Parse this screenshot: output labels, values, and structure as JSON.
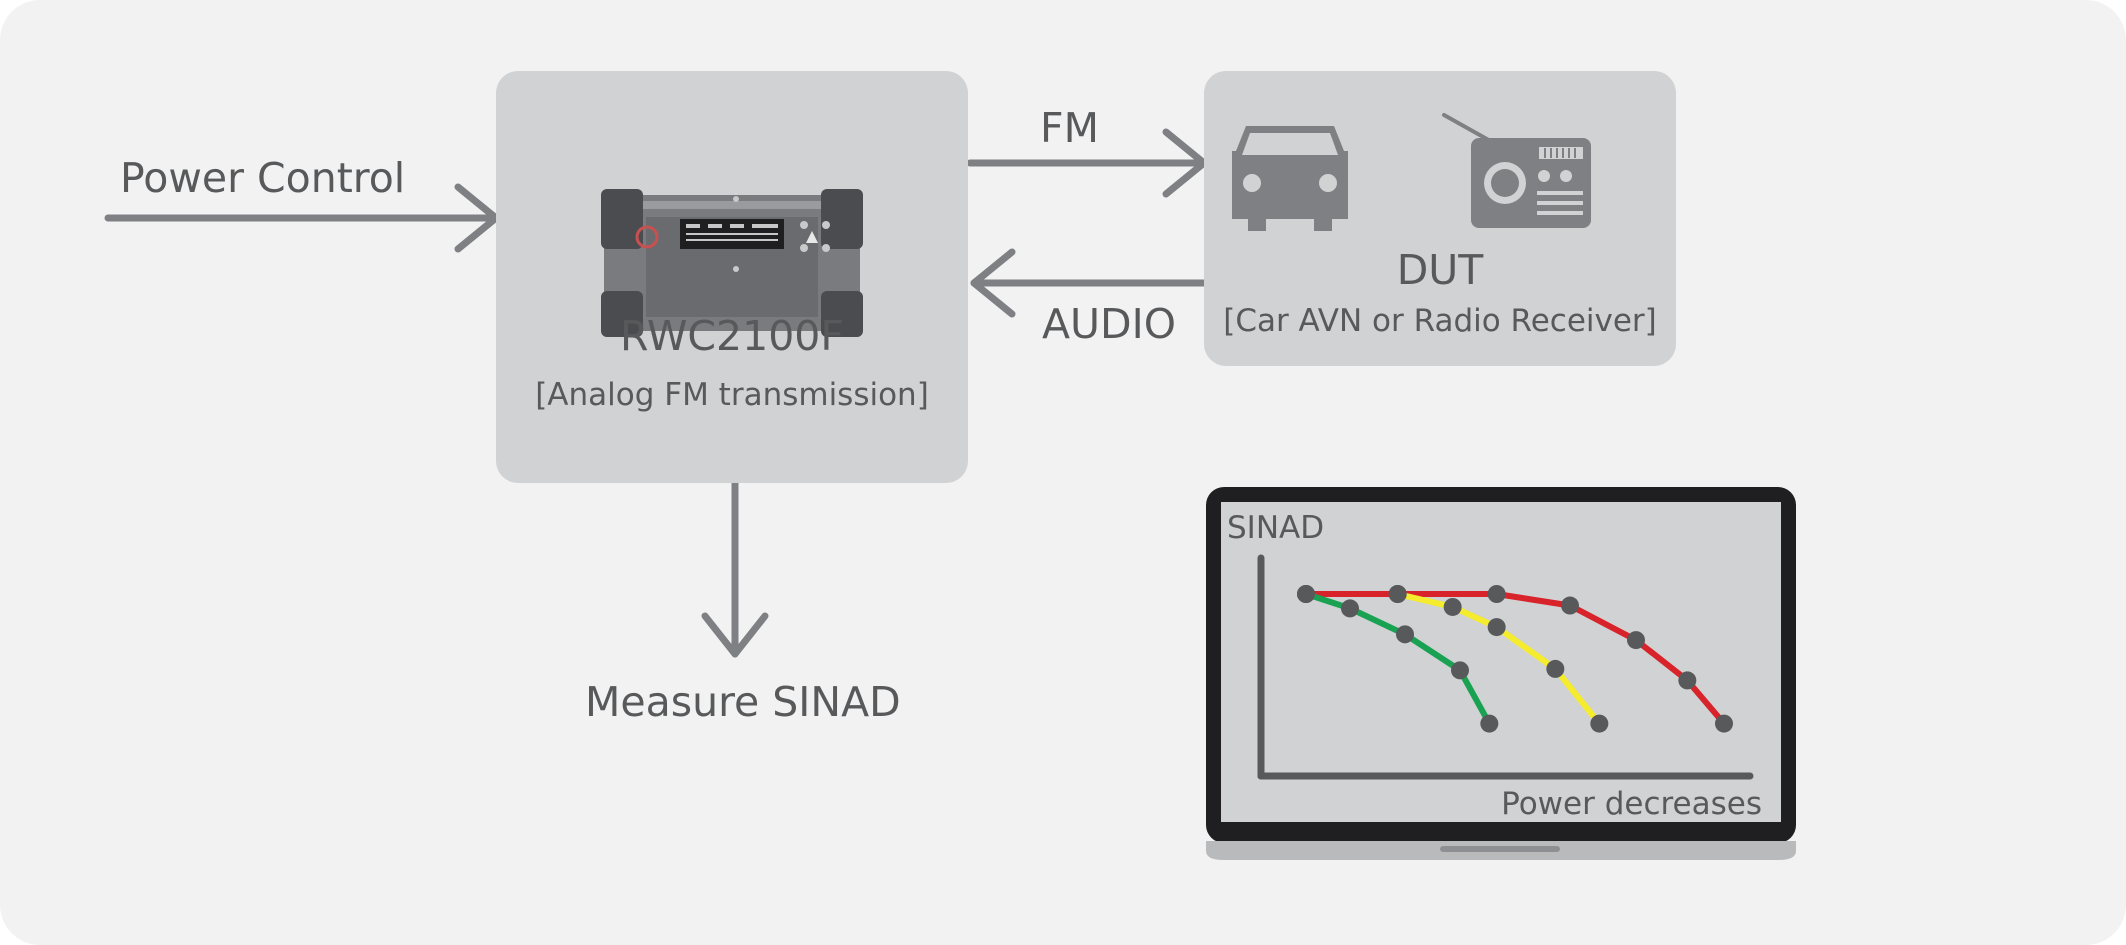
{
  "colors": {
    "background": "#f2f2f2",
    "box": "#d1d2d4",
    "arrow": "#7f8083",
    "text": "#58595b",
    "series": [
      "#d8232a",
      "#f4ec2c",
      "#1aa253"
    ],
    "marker": "#58595b"
  },
  "labels": {
    "power_control": "Power Control",
    "fm": "FM",
    "audio": "AUDIO",
    "measure": "Measure SINAD"
  },
  "instrument": {
    "name": "RWC2100F",
    "caption": "[Analog FM transmission]"
  },
  "dut": {
    "name": "DUT",
    "caption": "[Car AVN or Radio Receiver]",
    "icons": [
      "car-icon",
      "radio-icon"
    ]
  },
  "chart_data": {
    "type": "line",
    "ylabel": "SINAD",
    "xlabel": "Power decreases",
    "grid": false,
    "legend": "none",
    "series": [
      {
        "color": "#d8232a",
        "points": [
          [
            0,
            100
          ],
          [
            2.5,
            100
          ],
          [
            5.2,
            100
          ],
          [
            7.2,
            92
          ],
          [
            9.0,
            68
          ],
          [
            10.4,
            40
          ],
          [
            11.4,
            10
          ]
        ]
      },
      {
        "color": "#f4ec2c",
        "points": [
          [
            2.5,
            100
          ],
          [
            4.0,
            91
          ],
          [
            5.2,
            77
          ],
          [
            6.8,
            48
          ],
          [
            8.0,
            10
          ]
        ]
      },
      {
        "color": "#1aa253",
        "points": [
          [
            0,
            100
          ],
          [
            1.2,
            90
          ],
          [
            2.7,
            72
          ],
          [
            4.2,
            47
          ],
          [
            5.0,
            10
          ]
        ]
      }
    ],
    "xlim": [
      0,
      12
    ],
    "ylim": [
      0,
      100
    ]
  }
}
